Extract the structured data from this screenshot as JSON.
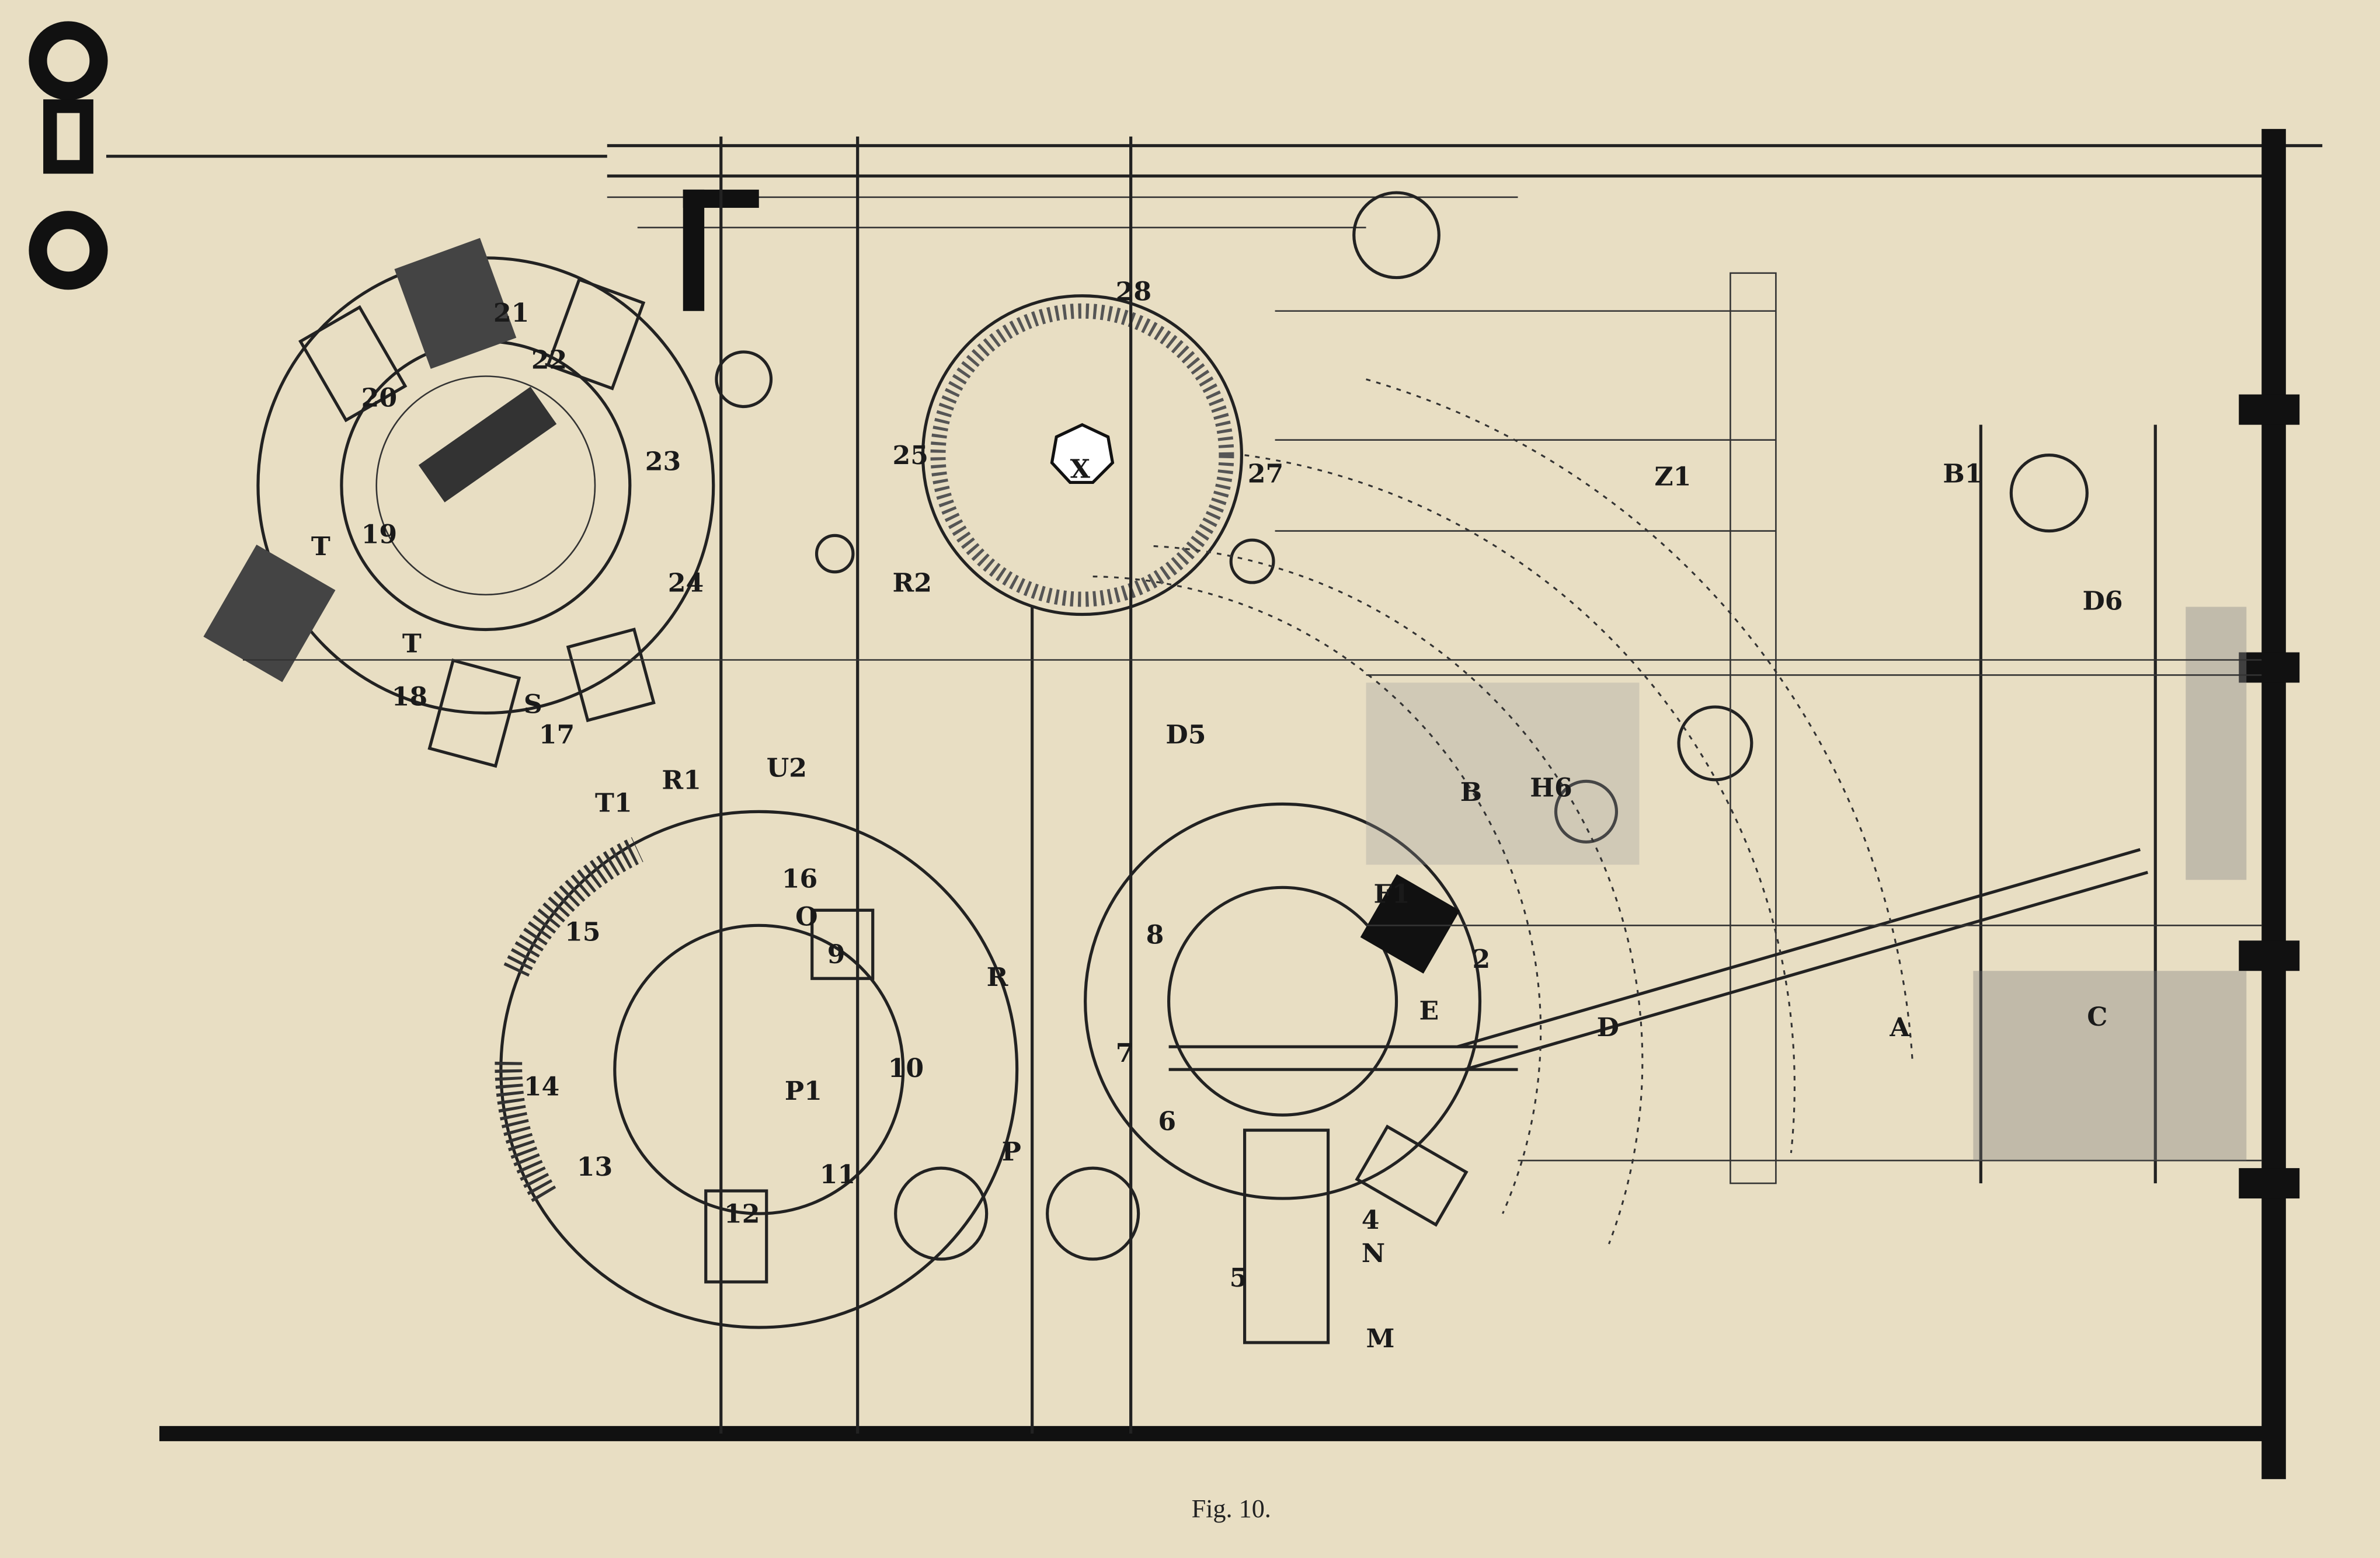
{
  "figure": {
    "caption": "Fig. 10.",
    "labels": [
      "21",
      "22",
      "20",
      "23",
      "19",
      "T",
      "T",
      "18",
      "S",
      "17",
      "24",
      "25",
      "28",
      "X",
      "27",
      "R2",
      "Z1",
      "B1",
      "D6",
      "D5",
      "B",
      "H6",
      "T1",
      "R1",
      "U2",
      "16",
      "O",
      "15",
      "9",
      "8",
      "F1",
      "2",
      "E",
      "D",
      "A",
      "C",
      "R",
      "10",
      "7",
      "P1",
      "14",
      "13",
      "11",
      "12",
      "P",
      "6",
      "4",
      "N",
      "5",
      "M"
    ]
  }
}
